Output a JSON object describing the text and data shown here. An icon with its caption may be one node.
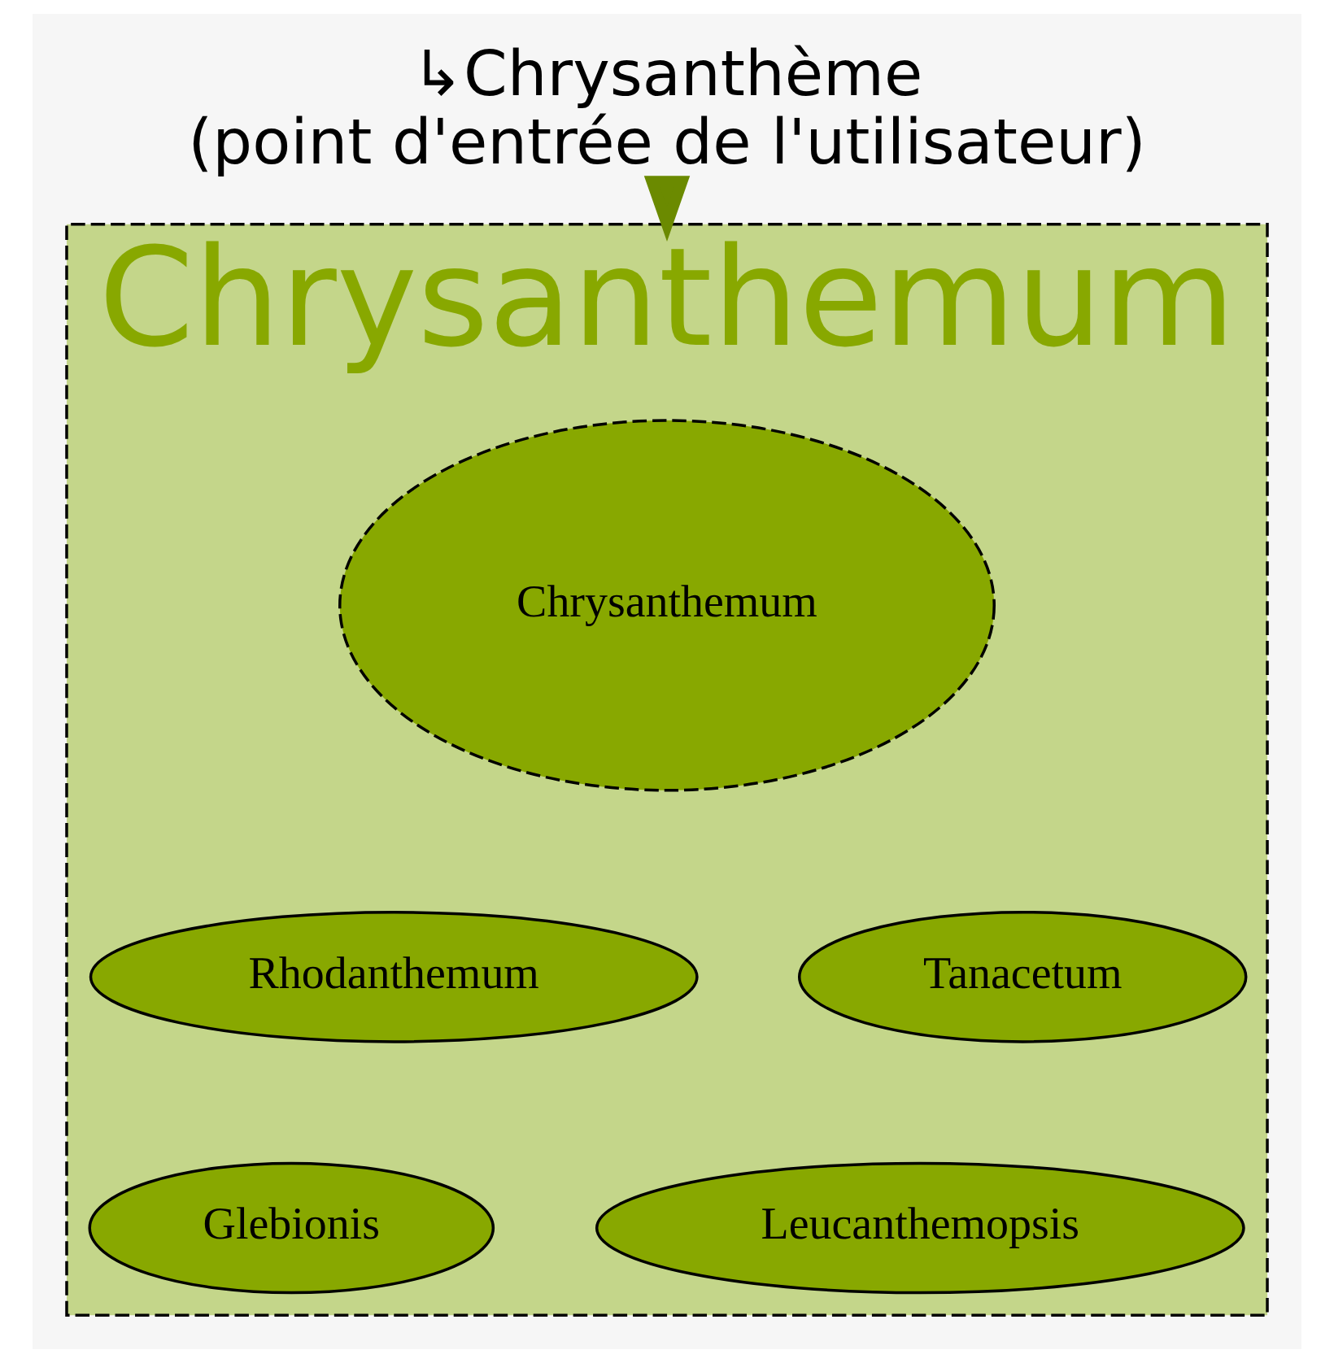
{
  "diagram": {
    "nodes": [
      {
        "text": [
          "↳Chrysanthème",
          "(point d'entrée de l'utilisateur)"
        ]
      },
      {
        "text": [
          "Chrysanthemum"
        ]
      },
      {
        "text": [
          "Chrysanthemum"
        ],
        "in": 1
      },
      {
        "text": [
          "Rhodanthemum"
        ],
        "in": 1
      },
      {
        "text": [
          "Tanacetum"
        ],
        "in": 1
      },
      {
        "text": [
          "Leucanthemopsis"
        ],
        "in": 1
      },
      {
        "text": [
          "Glebionis"
        ],
        "in": 1
      }
    ],
    "edges": [
      {
        "from": 0,
        "to": 1,
        "arrow": "to"
      }
    ]
  }
}
